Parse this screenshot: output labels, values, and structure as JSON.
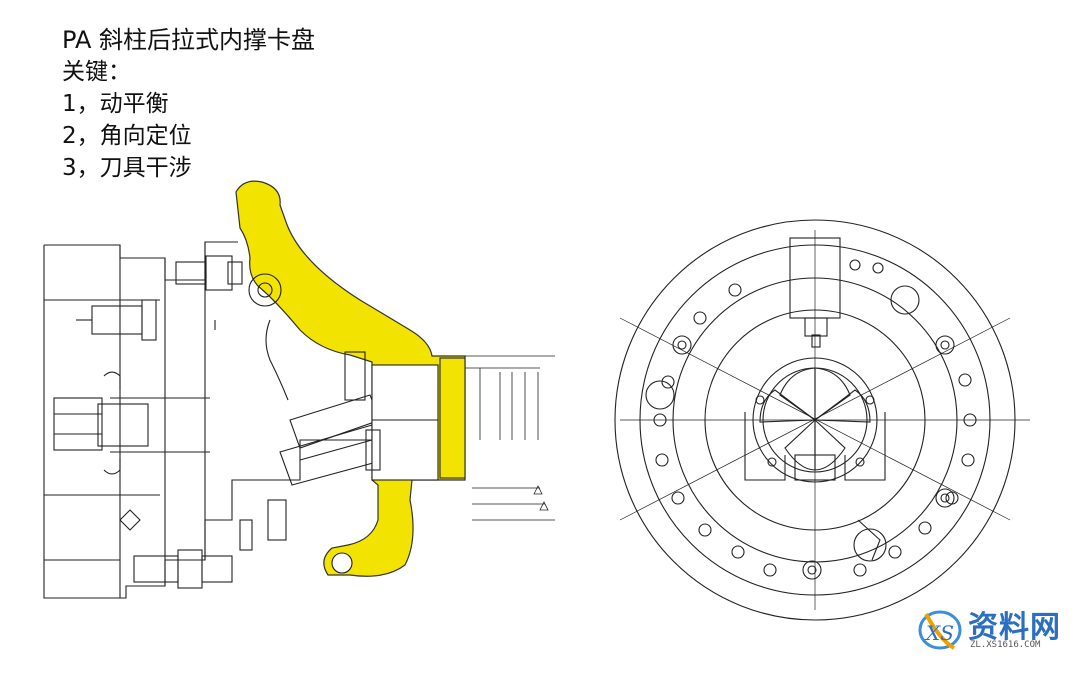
{
  "slide": {
    "title": "PA 斜柱后拉式内撑卡盘",
    "subtitle": "关键：",
    "items": [
      "1，动平衡",
      "2，角向定位",
      "3，刀具干涉"
    ]
  },
  "colors": {
    "highlight": "#f2e400",
    "line": "#222222",
    "accent": "#2a6fc0"
  },
  "watermark": {
    "text": "资料网",
    "url": "ZL.XS1616.COM",
    "icon": "xs-logo"
  }
}
